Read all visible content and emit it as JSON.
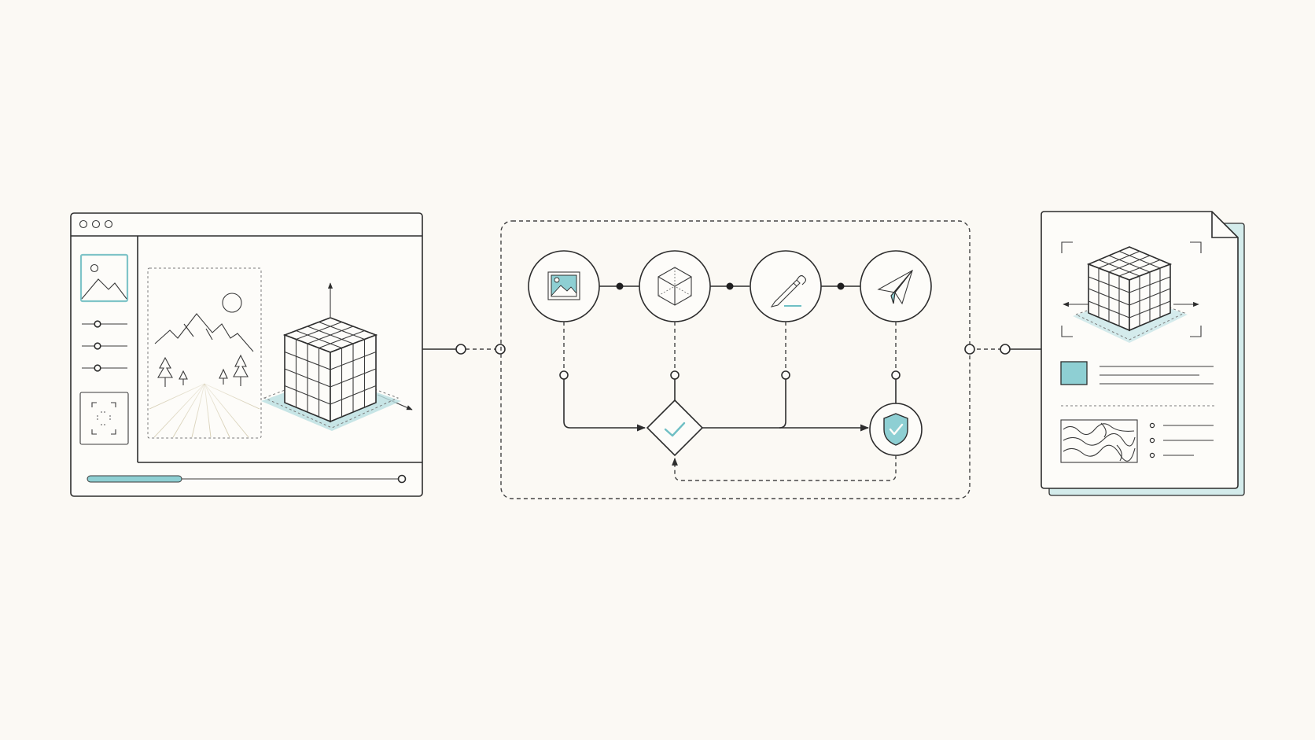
{
  "colors": {
    "background": "#fbf9f4",
    "stroke": "#2d2d2d",
    "accent": "#8ecfd3",
    "accent_light": "#cfe9ea",
    "paper_shadow": "#d4eceb"
  },
  "editor_window": {
    "toolbar_icons": [
      "image-icon",
      "slider-icon",
      "slider-icon",
      "slider-icon",
      "scan-frame-icon"
    ],
    "canvas_items": [
      "mountain-landscape-sketch",
      "grid-cube-3d-model"
    ],
    "progress": 0.3
  },
  "pipeline": {
    "steps": [
      {
        "icon": "image-icon"
      },
      {
        "icon": "cube-icon"
      },
      {
        "icon": "pencil-icon"
      },
      {
        "icon": "paper-plane-icon"
      }
    ],
    "decision_icon": "check-icon",
    "verified_icon": "shield-check-icon"
  },
  "output_document": {
    "hero_icon": "grid-cube-icon",
    "detail_icons": [
      "color-swatch-icon",
      "terrain-map-icon"
    ]
  }
}
